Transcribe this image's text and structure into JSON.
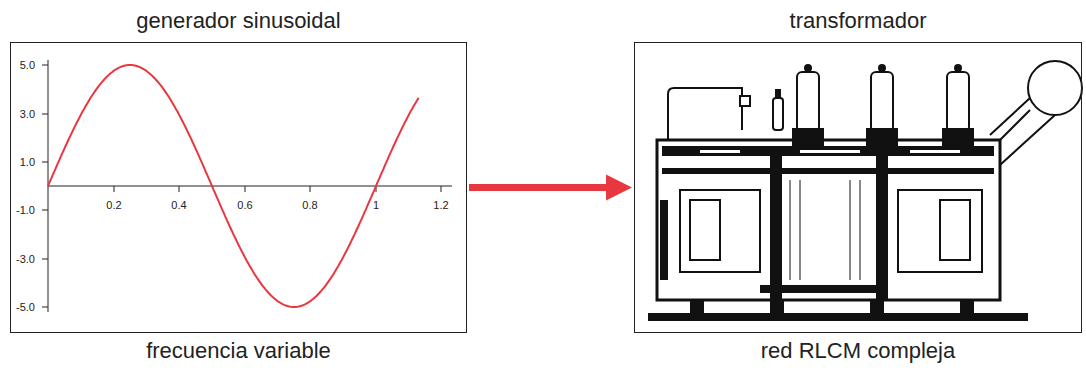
{
  "diagram": {
    "nodes": [
      {
        "text": [
          "generador sinusoidal",
          "frecuencia variable"
        ]
      },
      {
        "text": [
          "transformador",
          "red RLCM compleja"
        ]
      }
    ],
    "edges": [
      {
        "from": 0,
        "to": 1,
        "arrow": "to"
      }
    ],
    "labels": [
      "5.0",
      "3.0",
      "1.0",
      "-1.0",
      "-3.0",
      "-5.0",
      "0.2",
      "0.4",
      "0.6",
      "0.8",
      "1",
      "1.2"
    ]
  }
}
